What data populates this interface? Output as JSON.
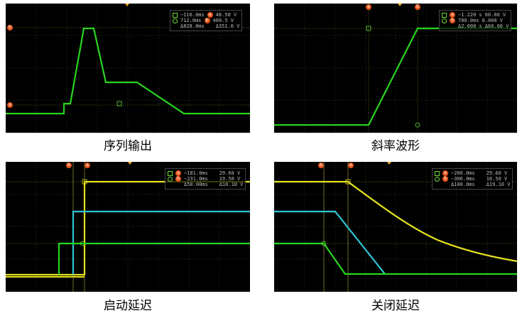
{
  "panels": [
    {
      "id": "sequence",
      "caption": "序列输出",
      "readout": {
        "rows": [
          {
            "a": "−116.0ms",
            "marker": "a",
            "b": "48.50 V"
          },
          {
            "a": "712.0ms",
            "marker": "b",
            "b": "400.5 V"
          },
          {
            "a": "Δ828.0ms",
            "marker": "",
            "b": "Δ351.0 V"
          }
        ]
      },
      "cursor_markers": [
        "b",
        "a"
      ]
    },
    {
      "id": "ramp",
      "caption": "斜率波形",
      "readout": {
        "rows": [
          {
            "a": "−1.220 s",
            "marker": "a",
            "b": "60.00 V"
          },
          {
            "a": "780.0ms",
            "marker": "b",
            "b": "0.000 V"
          },
          {
            "a": "Δ2.000 s",
            "marker": "",
            "b": "Δ60.00 V"
          }
        ]
      },
      "cursor_markers": [
        "a",
        "b"
      ]
    },
    {
      "id": "start-delay",
      "caption": "启动延迟",
      "readout": {
        "rows": [
          {
            "a": "−181.0ms",
            "marker": "a",
            "b": "29.60 V"
          },
          {
            "a": "−231.0ms",
            "marker": "b",
            "b": "19.50 V"
          },
          {
            "a": "Δ50.00ms",
            "marker": "",
            "b": "Δ10.10 V"
          }
        ]
      },
      "cursor_markers": [
        "b",
        "a"
      ]
    },
    {
      "id": "stop-delay",
      "caption": "关闭延迟",
      "readout": {
        "rows": [
          {
            "a": "−206.0ms",
            "marker": "a",
            "b": "29.60 V"
          },
          {
            "a": "−306.0ms",
            "marker": "b",
            "b": "10.50 V"
          },
          {
            "a": "Δ100.0ms",
            "marker": "",
            "b": "Δ19.10 V"
          }
        ]
      },
      "cursor_markers": [
        "b",
        "a"
      ]
    }
  ],
  "colors": {
    "trace_green": "#27d51e",
    "trace_yellow": "#e6e31f",
    "trace_cyan": "#2fc6d6",
    "cursor_marker": "#e8541a",
    "grid": "#4a5a3a",
    "screen": "#000000"
  }
}
